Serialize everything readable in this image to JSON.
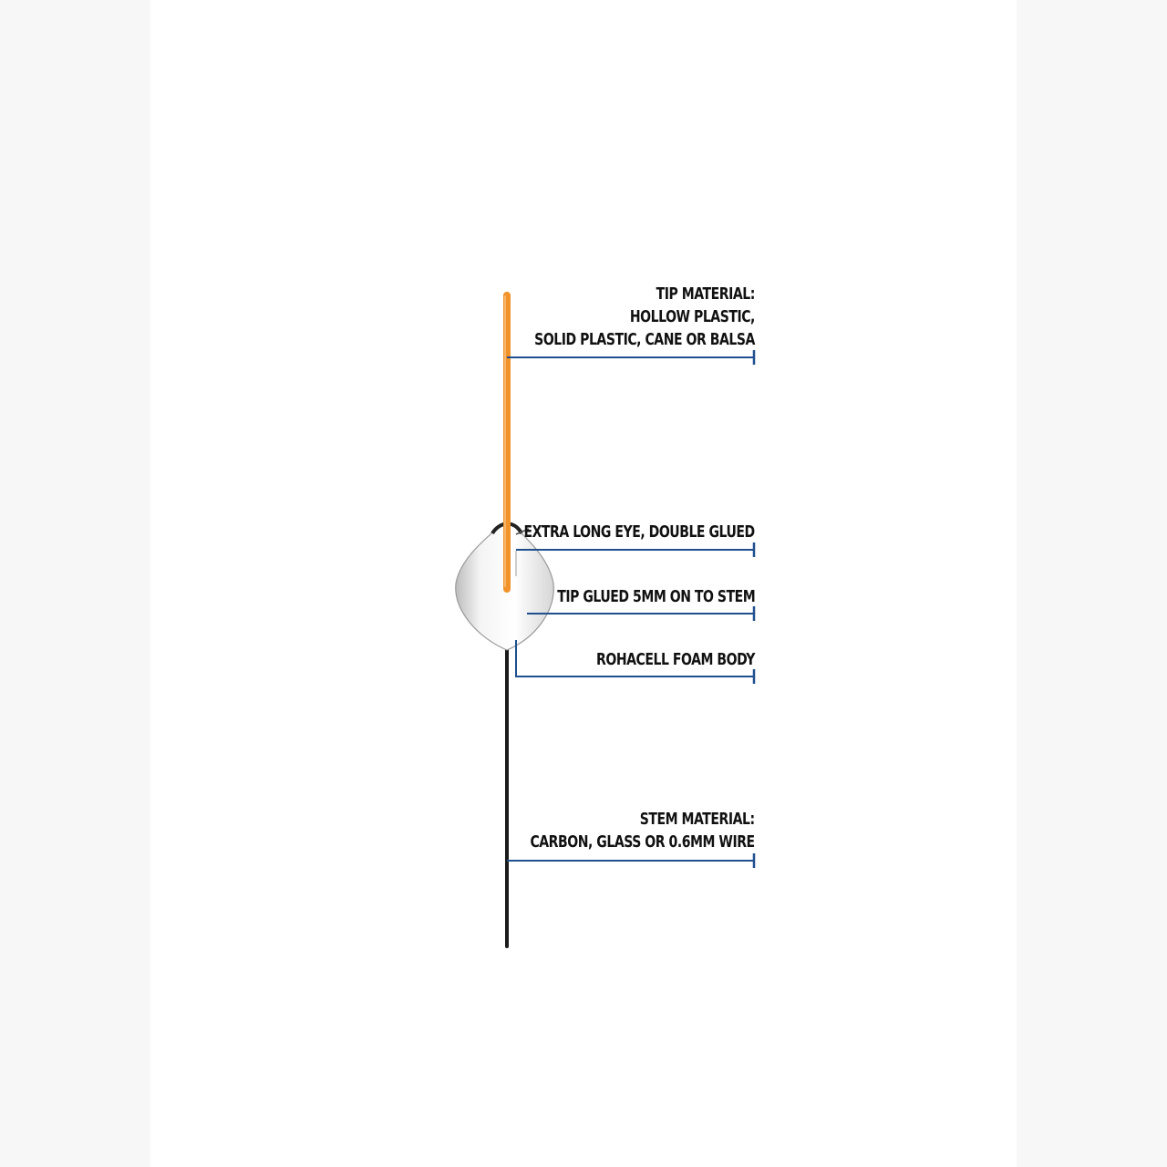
{
  "colors": {
    "leader_line": "#1f4f8f",
    "tip": "#f2922a",
    "stem": "#1a1a1a",
    "body": "#ececec",
    "text": "#111111",
    "background": "#ffffff"
  },
  "callouts": {
    "tip_material": {
      "lines": [
        "TIP MATERIAL:",
        "HOLLOW PLASTIC,",
        "SOLID PLASTIC, CANE OR BALSA"
      ]
    },
    "eye": {
      "lines": [
        "EXTRA LONG EYE, DOUBLE GLUED"
      ]
    },
    "tip_glued": {
      "lines": [
        "TIP GLUED 5MM ON TO STEM"
      ]
    },
    "body": {
      "lines": [
        "ROHACELL FOAM BODY"
      ]
    },
    "stem_material": {
      "lines": [
        "STEM MATERIAL:",
        "CARBON, GLASS OR 0.6MM WIRE"
      ]
    }
  }
}
